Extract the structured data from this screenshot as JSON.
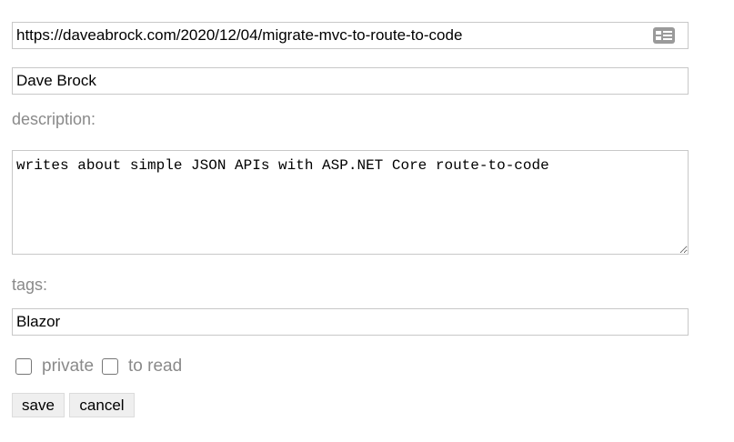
{
  "form": {
    "url_value": "https://daveabrock.com/2020/12/04/migrate-mvc-to-route-to-code",
    "title_value": "Dave Brock",
    "description_label": "description:",
    "description_value": "writes about simple JSON APIs with ASP.NET Core route-to-code",
    "tags_label": "tags:",
    "tags_value": "Blazor",
    "private_label": "private",
    "to_read_label": "to read",
    "save_label": "save",
    "cancel_label": "cancel"
  },
  "icons": {
    "url_field_icon": "contact-card-icon"
  },
  "colors": {
    "label_text": "#8a8a8a",
    "button_bg": "#efefef",
    "field_border": "#c8c8c8"
  }
}
